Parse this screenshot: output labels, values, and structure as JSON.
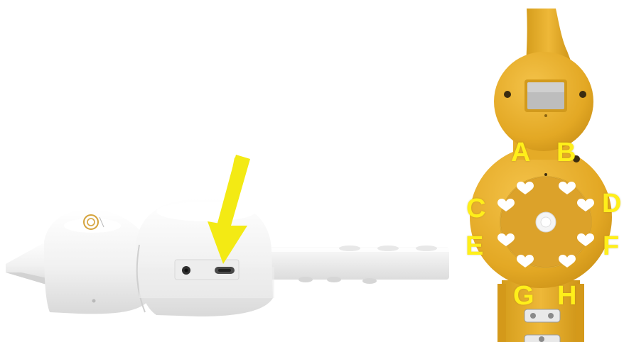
{
  "finger_hole_labels": {
    "a": "A",
    "b": "B",
    "c": "C",
    "d": "D",
    "e": "E",
    "f": "F",
    "g": "G",
    "h": "H"
  },
  "colors": {
    "highlight_arrow": "#f3ea14",
    "instrument_yellow": "#e6ad2a",
    "instrument_white": "#f4f4f4",
    "label_yellow": "#ffef1a"
  },
  "icons": [
    "down-arrow-icon",
    "heart-icon",
    "usb-c-port-icon",
    "audio-jack-icon"
  ]
}
